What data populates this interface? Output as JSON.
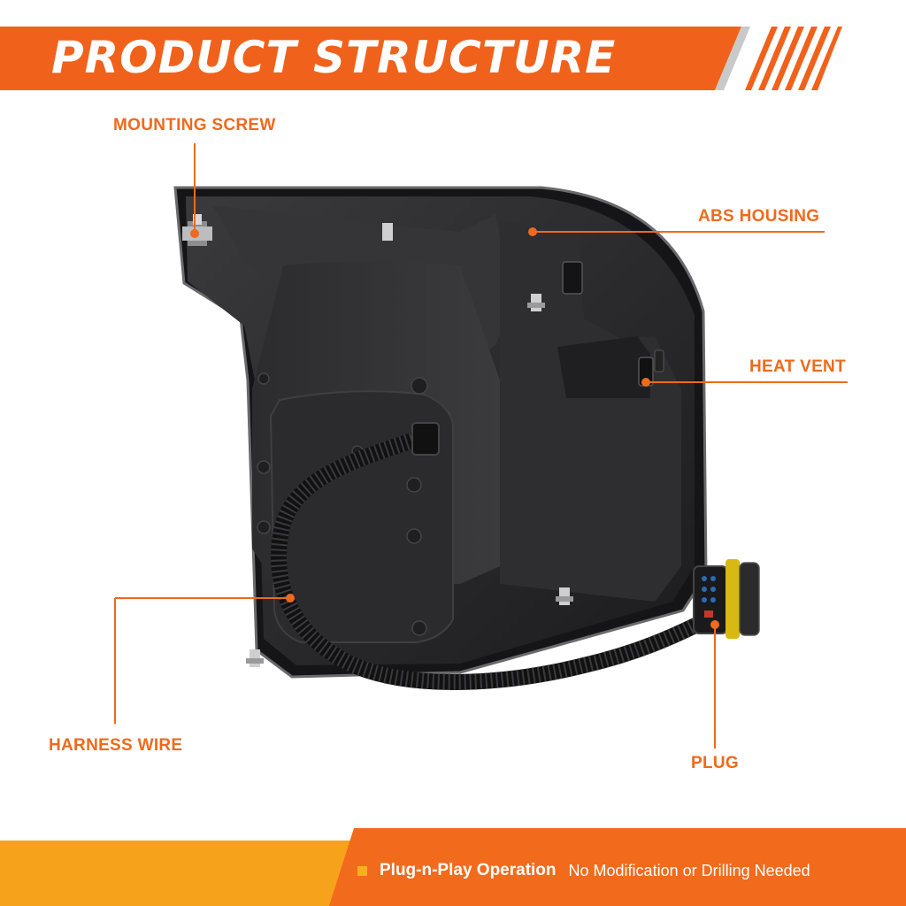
{
  "header": {
    "title": "PRODUCT STRUCTURE"
  },
  "labels": {
    "mounting_screw": "MOUNTING SCREW",
    "abs_housing": "ABS HOUSING",
    "heat_vent": "HEAT VENT",
    "harness_wire": "HARNESS WIRE",
    "plug": "PLUG"
  },
  "footer": {
    "feature_title": "Plug-n-Play Operation",
    "feature_desc": "No Modification or Drilling Needed"
  },
  "colors": {
    "accent": "#ee6a1d",
    "banner_orange": "#f0621c",
    "footer_orange": "#f26a1b",
    "footer_yellow": "#f7a21b",
    "housing_dark": "#2a2a2c"
  }
}
